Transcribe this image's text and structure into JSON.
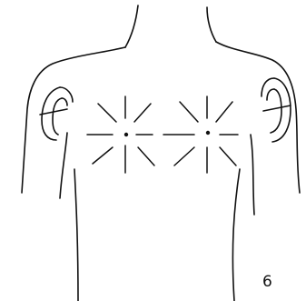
{
  "figure": {
    "number_label": "6",
    "subject": "torso-outline-with-chest-marks",
    "marks": [
      {
        "side": "left",
        "type": "radiating-star-with-center-dot"
      },
      {
        "side": "right",
        "type": "radiating-star-with-center-dot"
      }
    ],
    "arm_marks": [
      {
        "side": "left",
        "type": "nested-u-shape-with-bar"
      },
      {
        "side": "right",
        "type": "nested-u-shape-with-bar"
      }
    ],
    "colors": {
      "ink": "#111111",
      "background": "#ffffff"
    }
  }
}
